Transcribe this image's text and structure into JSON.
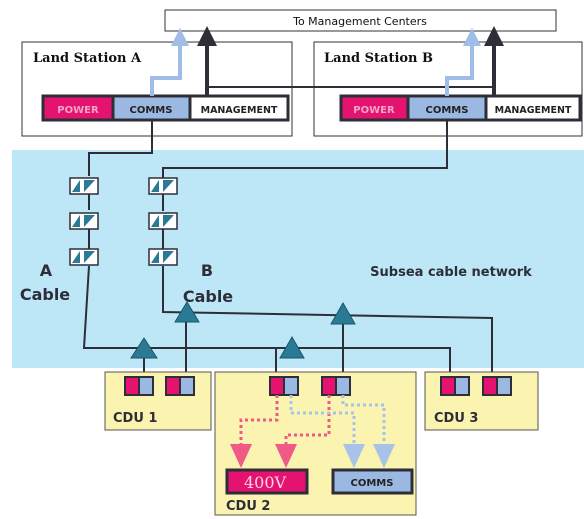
{
  "colors": {
    "sea": "#bde7f7",
    "cdu_fill": "#fbf3b0",
    "power": "#e3136f",
    "comms": "#9bb8e3",
    "line": "#2e2e38",
    "triangle": "#2a7a96",
    "light_arrow": "#9fbde6",
    "pink_arrow": "#f05a86",
    "blue_arrow": "#a8c3ea"
  },
  "management_centers": {
    "label": "To Management Centers"
  },
  "station_a": {
    "title": "Land Station A",
    "power": "POWER",
    "comms": "COMMS",
    "management": "MANAGEMENT"
  },
  "station_b": {
    "title": "Land Station B",
    "power": "POWER",
    "comms": "COMMS",
    "management": "MANAGEMENT"
  },
  "subsea": {
    "label": "Subsea cable network"
  },
  "cable_a": {
    "letter": "A",
    "word": "Cable"
  },
  "cable_b": {
    "letter": "B",
    "word": "Cable"
  },
  "cdu1": {
    "label": "CDU 1"
  },
  "cdu2": {
    "label": "CDU 2",
    "power_label": "400V",
    "comms_label": "COMMS"
  },
  "cdu3": {
    "label": "CDU 3"
  }
}
